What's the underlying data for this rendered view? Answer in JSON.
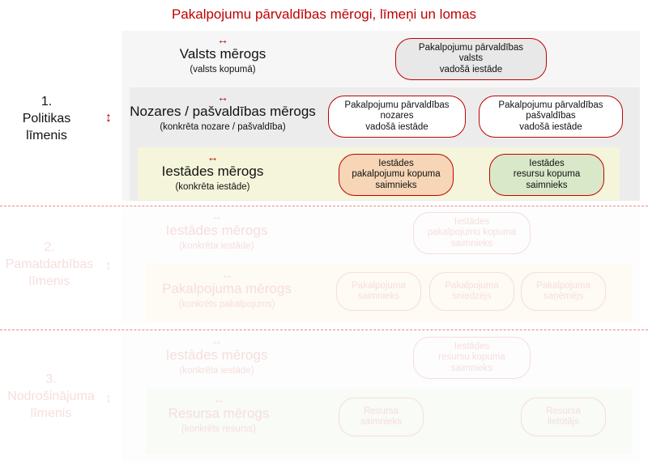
{
  "title": "Pakalpojumu pārvaldības mērogi, līmeņi un lomas",
  "arrow_h": "↔",
  "arrow_v": "↕",
  "levels": [
    {
      "number": "1.",
      "name_line1": "Politikas",
      "name_line2": "līmenis"
    },
    {
      "number": "2.",
      "name_line1": "Pamatdarbības",
      "name_line2": "līmenis"
    },
    {
      "number": "3.",
      "name_line1": "Nodrošinājuma",
      "name_line2": "līmenis"
    }
  ],
  "scales": {
    "state": {
      "name": "Valsts mērogs",
      "sub": "(valsts kopumā)"
    },
    "sector": {
      "name": "Nozares / pašvaldības mērogs",
      "sub": "(konkrēta nozare / pašvaldība)"
    },
    "institution": {
      "name": "Iestādes mērogs",
      "sub": "(konkrēta iestāde)"
    },
    "service": {
      "name": "Pakalpojuma mērogs",
      "sub": "(konkrēts pakalpojums)"
    },
    "resource": {
      "name": "Resursa mērogs",
      "sub": "(konkrēts resurss)"
    }
  },
  "roles": {
    "state_lead": "Pakalpojumu pārvaldības\nvalsts\nvadošā iestāde",
    "sector_lead": "Pakalpojumu pārvaldības\nnozares\nvadošā iestāde",
    "municipal_lead": "Pakalpojumu pārvaldības\npašvaldības\nvadošā iestāde",
    "inst_service_owner": "Iestādes\npakalpojumu kopuma\nsaimnieks",
    "inst_resource_owner": "Iestādes\nresursu kopuma\nsaimnieks",
    "service_owner": "Pakalpojuma\nsaimnieks",
    "service_provider": "Pakalpojuma\nsniedzējs",
    "service_recipient": "Pakalpojuma\nsaņēmējs",
    "resource_owner": "Resursa\nsaimnieks",
    "resource_user": "Resursa\nlietotājs"
  },
  "colors": {
    "accent": "#c00000",
    "panel_light": "#f6f6f6",
    "panel_mid": "#ececec",
    "panel_yellow": "#f4f5da",
    "fill_gray": "#e8e8e8",
    "fill_orange": "#f6d6b6",
    "fill_green": "#d9e8c8"
  }
}
